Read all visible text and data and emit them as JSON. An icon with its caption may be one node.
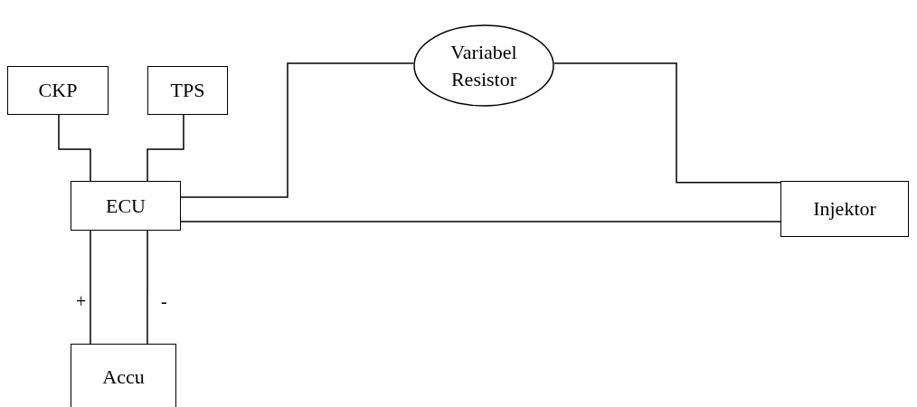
{
  "diagram": {
    "nodes": [
      {
        "text": [
          "CKP"
        ]
      },
      {
        "text": [
          "TPS"
        ]
      },
      {
        "text": [
          "Variabel Resistor"
        ]
      },
      {
        "text": [
          "ECU"
        ]
      },
      {
        "text": [
          "Injektor"
        ]
      },
      {
        "text": [
          "Accu"
        ]
      }
    ],
    "edges": [
      {
        "from": 0,
        "to": 3,
        "arrow": "none"
      },
      {
        "from": 1,
        "to": 3,
        "arrow": "none"
      },
      {
        "from": 3,
        "to": 2,
        "arrow": "none"
      },
      {
        "from": 2,
        "to": 4,
        "arrow": "none"
      },
      {
        "from": 3,
        "to": 4,
        "arrow": "none"
      },
      {
        "from": 3,
        "to": 5,
        "arrow": "none",
        "label": "+"
      },
      {
        "from": 3,
        "to": 5,
        "arrow": "none",
        "label": "-"
      }
    ]
  }
}
